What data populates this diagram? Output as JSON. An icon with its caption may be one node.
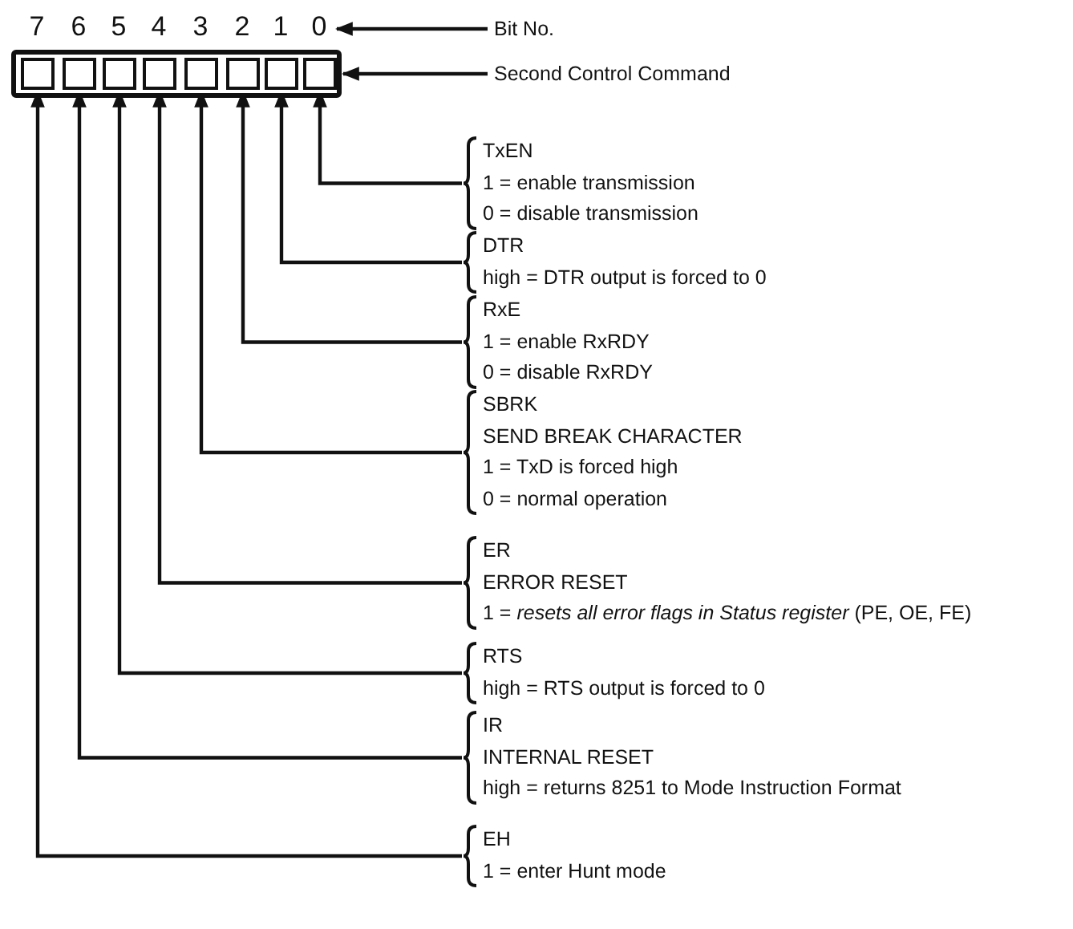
{
  "diagram": {
    "nodes": [
      {
        "text": [
          "7"
        ]
      },
      {
        "text": [
          "6"
        ]
      },
      {
        "text": [
          "5"
        ]
      },
      {
        "text": [
          "4"
        ]
      },
      {
        "text": [
          "3"
        ]
      },
      {
        "text": [
          "2"
        ]
      },
      {
        "text": [
          "1"
        ]
      },
      {
        "text": [
          "0"
        ]
      },
      {
        "text": [
          "Bit No."
        ]
      },
      {
        "text": [],
        "shape": "box"
      },
      {
        "text": [],
        "shape": "box",
        "in": 9
      },
      {
        "text": [],
        "shape": "box",
        "in": 9
      },
      {
        "text": [],
        "shape": "box",
        "in": 9
      },
      {
        "text": [],
        "shape": "box",
        "in": 9
      },
      {
        "text": [],
        "shape": "box",
        "in": 9
      },
      {
        "text": [],
        "shape": "box",
        "in": 9
      },
      {
        "text": [],
        "shape": "box",
        "in": 9
      },
      {
        "text": [],
        "shape": "box",
        "in": 9
      },
      {
        "text": [
          "Second Control Command"
        ]
      },
      {
        "text": [
          "TxEN",
          "1 = enable transmission",
          "0 = disable transmission"
        ]
      },
      {
        "text": [
          "DTR",
          "high = DTR output is forced to 0"
        ]
      },
      {
        "text": [
          "RxE",
          "1 = enable RxRDY",
          "0 = disable RxRDY"
        ]
      },
      {
        "text": [
          "SBRK",
          "SEND BREAK CHARACTER",
          "1 = TxD is forced high",
          "0 = normal operation"
        ]
      },
      {
        "text": [
          "ER",
          "ERROR RESET",
          "1 = *resets all error flags in Status register* (PE, OE, FE)"
        ]
      },
      {
        "text": [
          "RTS",
          "high = RTS output is forced to 0"
        ]
      },
      {
        "text": [
          "IR",
          "INTERNAL RESET",
          "high = returns 8251 to Mode Instruction Format"
        ]
      },
      {
        "text": [
          "EH",
          "1 = enter Hunt mode"
        ]
      }
    ],
    "edges": [
      {
        "from": 8,
        "to": 7,
        "arrow": "to"
      },
      {
        "from": 18,
        "to": 9,
        "arrow": "to"
      },
      {
        "from": 19,
        "to": 17,
        "arrow": "to"
      },
      {
        "from": 20,
        "to": 16,
        "arrow": "to"
      },
      {
        "from": 21,
        "to": 15,
        "arrow": "to"
      },
      {
        "from": 22,
        "to": 14,
        "arrow": "to"
      },
      {
        "from": 23,
        "to": 13,
        "arrow": "to"
      },
      {
        "from": 24,
        "to": 12,
        "arrow": "to"
      },
      {
        "from": 25,
        "to": 11,
        "arrow": "to"
      },
      {
        "from": 26,
        "to": 10,
        "arrow": "to"
      }
    ]
  }
}
